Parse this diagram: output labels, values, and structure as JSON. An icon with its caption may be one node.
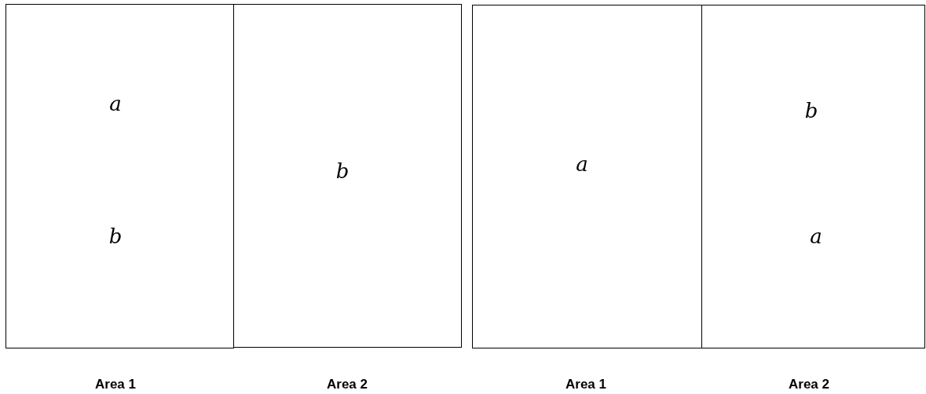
{
  "diagram": {
    "nodes": [
      {
        "text": [
          "a",
          "b"
        ],
        "beside": [
          "Area 1"
        ]
      },
      {
        "text": [
          "b"
        ],
        "beside": [
          "Area 2"
        ]
      },
      {
        "text": [
          "a"
        ],
        "beside": [
          "Area 1"
        ]
      },
      {
        "text": [
          "b",
          "a"
        ],
        "beside": [
          "Area 2"
        ]
      }
    ]
  }
}
